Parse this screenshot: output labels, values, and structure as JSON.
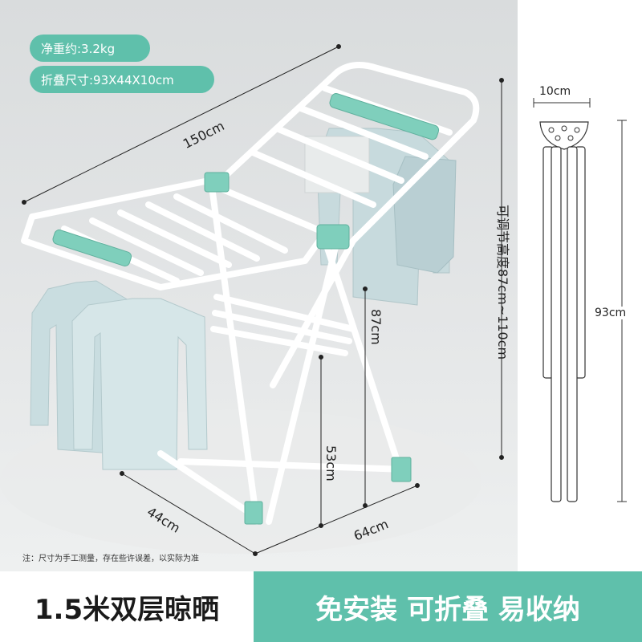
{
  "specs": {
    "net_weight": "净重约:3.2kg",
    "folded_size": "折叠尺寸:93X44X10cm"
  },
  "dimensions": {
    "length": "150cm",
    "adjustable_height": "可调节高度87cm~110cm",
    "upper_height": "87cm",
    "lower_height": "53cm",
    "depth": "44cm",
    "width": "64cm",
    "folded_thickness": "10cm",
    "folded_length": "93cm"
  },
  "note": "注：尺寸为手工测量，存在些许误差，以实际为准",
  "footer": {
    "left": "1.5米双层晾晒",
    "right": "免安装 可折叠 易收纳"
  },
  "colors": {
    "accent": "#5fc0ab",
    "frame": "#ffffff",
    "clothes": "#c9dde0"
  }
}
